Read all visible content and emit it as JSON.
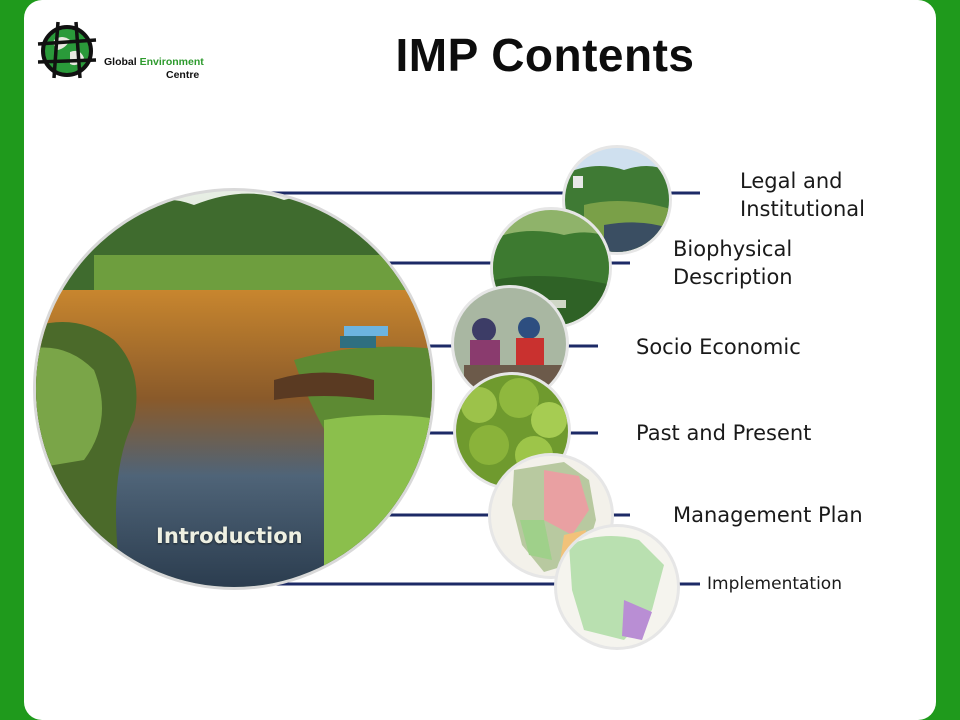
{
  "logo": {
    "line1_a": "Global",
    "line1_b": "Environment",
    "line2": "Centre"
  },
  "title": "IMP Contents",
  "intro_label": "Introduction",
  "sections": [
    {
      "label": "Legal and Institutional"
    },
    {
      "label": "Biophysical Description"
    },
    {
      "label": "Socio Economic"
    },
    {
      "label": "Past and Present"
    },
    {
      "label": "Management Plan"
    },
    {
      "label": "Implementation"
    }
  ],
  "colors": {
    "frame": "#1f9a1c",
    "line": "#1c2a66",
    "accent": "#2d9a2d"
  }
}
